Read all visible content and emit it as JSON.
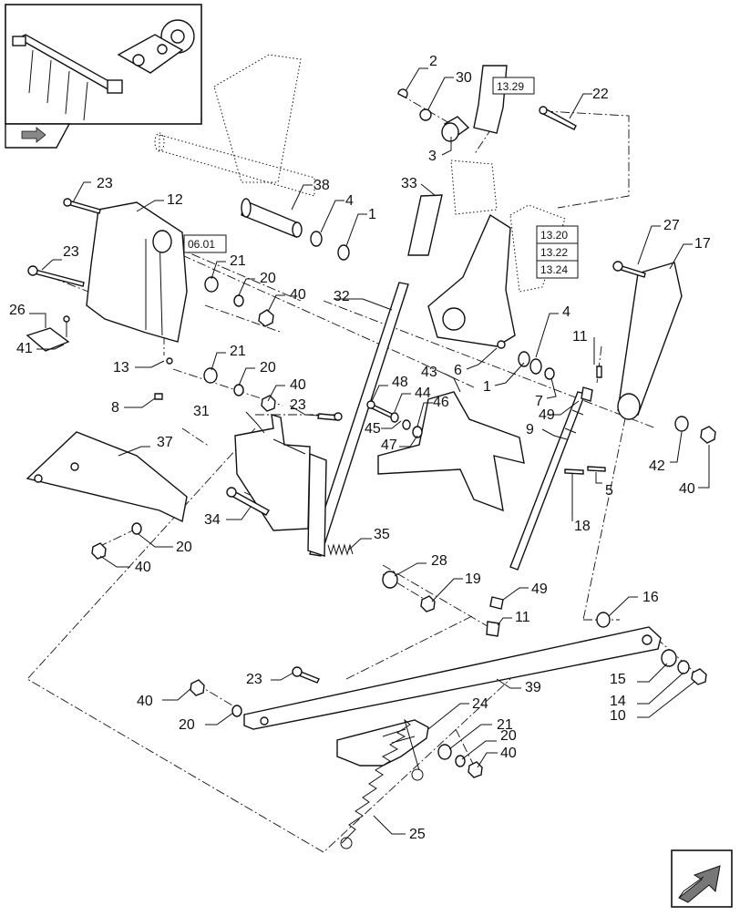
{
  "reference_labels": [
    "13.29",
    "13.20",
    "13.22",
    "13.24",
    "06.01"
  ],
  "callouts": [
    "2",
    "30",
    "3",
    "22",
    "38",
    "4",
    "1",
    "33",
    "23",
    "12",
    "27",
    "17",
    "06.01",
    "21",
    "20",
    "40",
    "26",
    "41",
    "32",
    "6",
    "4",
    "1",
    "7",
    "11",
    "13",
    "43",
    "48",
    "44",
    "46",
    "45",
    "47",
    "9",
    "49",
    "8",
    "31",
    "23",
    "37",
    "34",
    "35",
    "18",
    "5",
    "42",
    "40",
    "20",
    "40",
    "28",
    "19",
    "49",
    "11",
    "16",
    "23",
    "39",
    "15",
    "14",
    "10",
    "40",
    "20",
    "24",
    "21",
    "20",
    "40",
    "25"
  ]
}
